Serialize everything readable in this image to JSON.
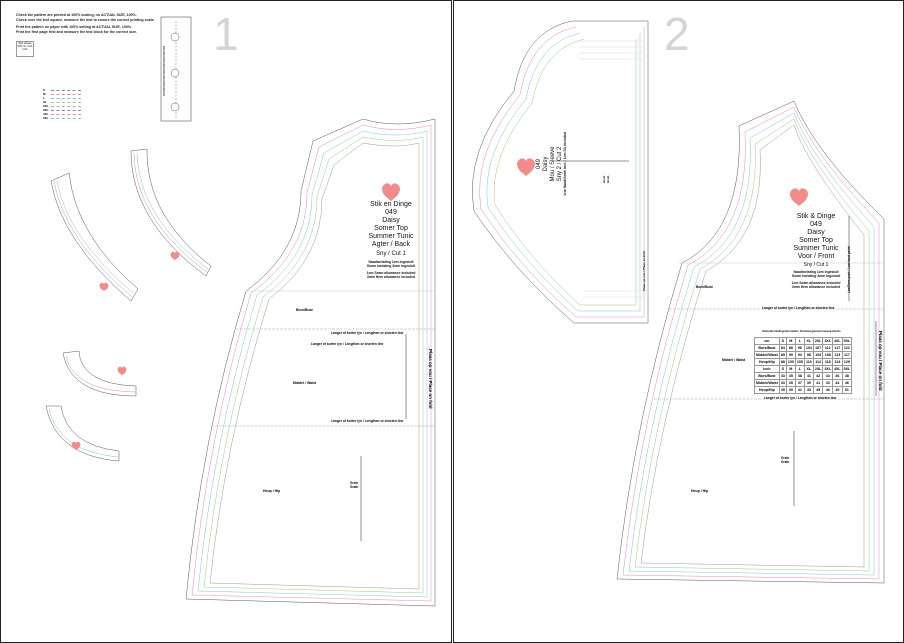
{
  "pages": [
    {
      "number": "1"
    },
    {
      "number": "2"
    }
  ],
  "instructions": {
    "lines": [
      "Check the pattern are printed at 100% scaling, no ACTUAL SIZE, 100%.",
      "Check over the test square, measure the test to ensure the correct printing scale.",
      "Print the pattern on paper with 100% setting at ACTUAL SIZE, 100%.",
      "Print the first page first and measure the test block for the correct size."
    ],
    "test_square": "Test square\n5x5 cm / 2x2 inch"
  },
  "back": {
    "brand": "Stik en Dinge",
    "number": "049",
    "name": "Daisy",
    "title_da": "Somer Top",
    "title_en": "Summer Tunic",
    "piece": "Agter / Back",
    "cut": "Sny  / Cut 1",
    "allowance_da_1": "Naadtoelating 1cm ingesluit",
    "allowance_da_2": "Soom toelating 3mm ingesluit",
    "allowance_en_1": "1cm Seam allowance included",
    "allowance_en_2": "3mm Hem allowance included",
    "bust": "Bors/Bust",
    "waist": "Middel / Waist",
    "hip": "Heup / Hip",
    "lengthen_1": "Langer of korter lyn / Lengthen or shorten line",
    "lengthen_2": "Langer of korter lyn / Lengthen or shorten line",
    "lengthen_3": "Langer of korter lyn / Lengthen or shorten line",
    "fold": "Plaas op vou / Place on fold",
    "grain": "Grein\nGrain"
  },
  "front": {
    "brand": "Stik & Dinge",
    "number": "049",
    "name": "Daisy",
    "title_da": "Somer Top",
    "title_en": "Summer Tunic",
    "piece": "Voor / Front",
    "cut": "Sny  / Cut 1",
    "allowance_da_1": "Naadtoelating 1cm ingesluit",
    "allowance_da_2": "Soom toelating 3mm ingesluit",
    "allowance_en_1": "1cm Seam allowance included",
    "allowance_en_2": "3mm Hem allowance included",
    "bust": "Bors/Bust",
    "waist": "Middel / Waist",
    "hip": "Heup / Hip",
    "lengthen_1": "Langer of korter lyn / Lengthen or shorten line",
    "lengthen_2": "Langer of korter lyn / Lengthen or shorten line",
    "fold": "Plaas op vou / Place on fold",
    "dart": "Lae/Bors punt / Low bust point",
    "grain": "Grein\nGrain",
    "size_table": {
      "caption": "Voltooide kledingstuk maatte / Finished garment measurements",
      "cm_header": [
        "cm",
        "S",
        "M",
        "L",
        "XL",
        "2XL",
        "3XL",
        "4XL",
        "5XL"
      ],
      "cm_rows": [
        [
          "Bors/Bust",
          "84",
          "88",
          "96",
          "104",
          "107",
          "112",
          "117",
          "122"
        ],
        [
          "Middel/Waist",
          "85",
          "90",
          "93",
          "98",
          "103",
          "108",
          "113",
          "117"
        ],
        [
          "Heup/Hip",
          "88",
          "100",
          "105",
          "110",
          "114",
          "118",
          "124",
          "129"
        ]
      ],
      "inch_header": [
        "inch",
        "S",
        "M",
        "L",
        "XL",
        "2XL",
        "3XL",
        "4XL",
        "5XL"
      ],
      "inch_rows": [
        [
          "Bors/Bust",
          "33",
          "35",
          "38",
          "41",
          "42",
          "44",
          "46",
          "48"
        ],
        [
          "Middel/Waist",
          "33",
          "35",
          "37",
          "39",
          "41",
          "43",
          "44",
          "46"
        ],
        [
          "Heup/Hip",
          "35",
          "39",
          "41",
          "43",
          "45",
          "46",
          "49",
          "51"
        ]
      ]
    }
  },
  "sleeve": {
    "number": "049",
    "name": "Daisy",
    "piece": "Mou / Sleeve",
    "cut": "Sny 2 / Cut 2",
    "allowance": "1cm Naad/Seam incl. / 1cm SA included",
    "grain": "Grein\nGrain",
    "fold": "Plaas op vou / Place on fold"
  },
  "size_legend": [
    "S",
    "M",
    "L",
    "XL",
    "2XL",
    "3XL",
    "4XL",
    "5XL"
  ],
  "colors": {
    "brand_heart": "#f08c8c",
    "size_lines": [
      "#888888",
      "#e88aa8",
      "#7cc7d8",
      "#9acd7a",
      "#c0a0d0"
    ]
  }
}
